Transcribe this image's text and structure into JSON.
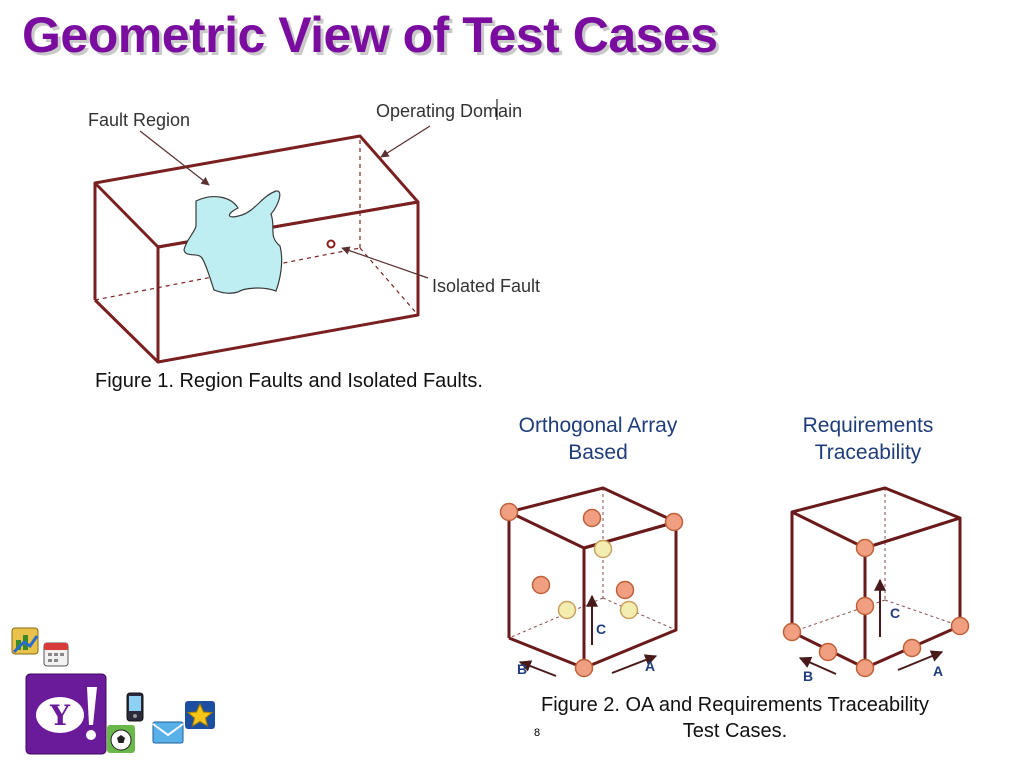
{
  "slide": {
    "title": "Geometric View of Test Cases",
    "page_number": "8"
  },
  "figure1": {
    "fault_region_label": "Fault Region",
    "operating_domain_label": "Operating Domain",
    "isolated_fault_label": "Isolated Fault",
    "caption": "Figure 1. Region Faults and Isolated Faults."
  },
  "figure2": {
    "oa_title_line1": "Orthogonal Array",
    "oa_title_line2": "Based",
    "rt_title_line1": "Requirements",
    "rt_title_line2": "Traceability",
    "axis_a": "A",
    "axis_b": "B",
    "axis_c": "C",
    "caption_line1": "Figure 2. OA and Requirements Traceability",
    "caption_line2": "Test Cases."
  },
  "colors": {
    "title": "#7a0ca0",
    "box_edge": "#7a2020",
    "fault_region_fill": "#bfeef2",
    "point_orange": "#f0a080",
    "point_yellow": "#f4edb0",
    "subtitle_blue": "#1f3d7a",
    "yahoo_purple": "#6a1b9a"
  },
  "taskbar_icons": [
    "chart-icon",
    "calendar-icon",
    "yahoo-logo",
    "phone-icon",
    "soccer-icon",
    "mail-icon",
    "star-icon"
  ]
}
